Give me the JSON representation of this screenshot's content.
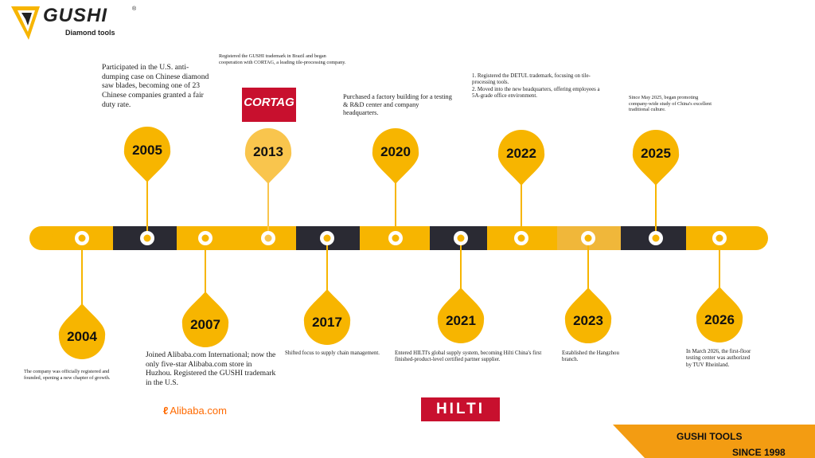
{
  "brand": {
    "name": "GUSHI",
    "subtitle": "Diamond tools",
    "registered_mark": "®",
    "colors": {
      "accent": "#f7b500",
      "accent_light": "#f9c54d",
      "dark": "#2a2a33",
      "red": "#c8102e",
      "orange": "#f39c12"
    }
  },
  "logos": {
    "cortag": "CORTAG",
    "alibaba": "Alibaba.com",
    "hilti": "HILTI"
  },
  "timeline": {
    "events": [
      {
        "year": "2004",
        "text": "The company was officially registered and founded, opening a new chapter of growth."
      },
      {
        "year": "2005",
        "text": "Participated in the U.S. anti-dumping case on Chinese diamond saw blades, becoming one of 23 Chinese companies granted a fair duty rate."
      },
      {
        "year": "2007",
        "text": "Joined Alibaba.com International; now the only five-star Alibaba.com store in Huzhou. Registered the GUSHI trademark in the U.S."
      },
      {
        "year": "2013",
        "text": "Registered the GUSHI trademark in Brazil and began cooperation with CORTAG, a leading tile-processing company."
      },
      {
        "year": "2017",
        "text": "Shifted focus to supply chain management."
      },
      {
        "year": "2020",
        "text": "Purchased a factory building for a testing & R&D center and company headquarters."
      },
      {
        "year": "2021",
        "text": "Entered HILTI's global supply system, becoming Hilti China's first finished-product-level certified partner supplier."
      },
      {
        "year": "2022",
        "text": "1. Registered the DETUL trademark, focusing on tile-processing tools.\n2. Moved into the new headquarters, offering employees a 5A-grade office environment."
      },
      {
        "year": "2023",
        "text": "Established the Hangzhou branch."
      },
      {
        "year": "2025",
        "text": "Since May 2025, began promoting company-wide study of China's excellent traditional culture."
      },
      {
        "year": "2026",
        "text": "In March 2026, the first-floor testing center was authorized by TUV Rheinland."
      }
    ]
  },
  "footer": {
    "line1": "GUSHI TOOLS",
    "line2": "SINCE 1998"
  }
}
